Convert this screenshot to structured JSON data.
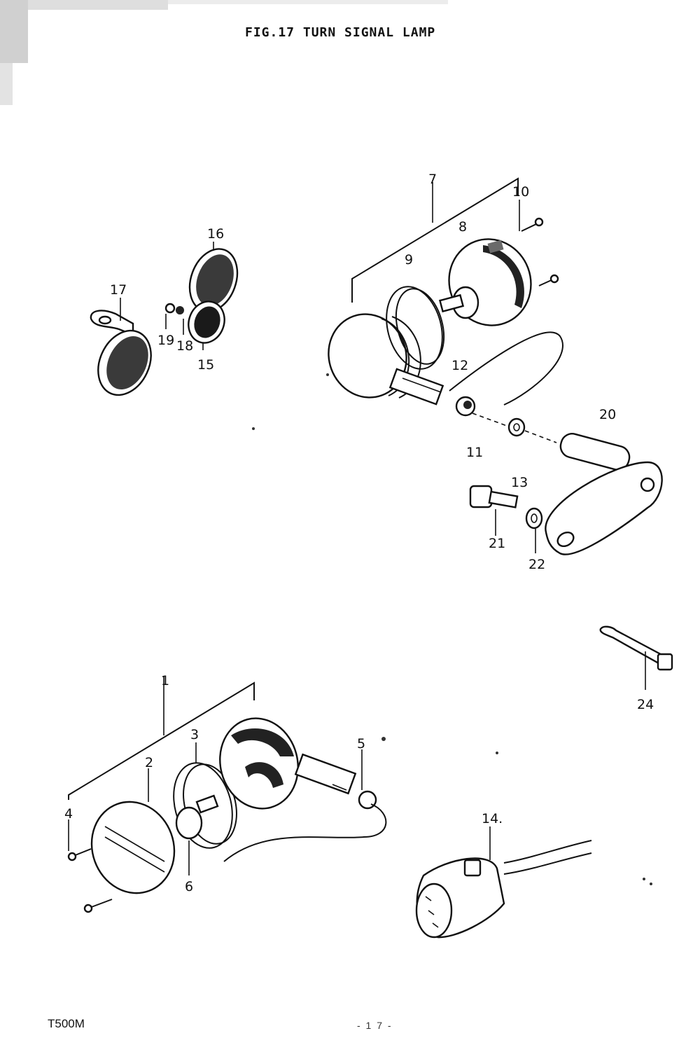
{
  "title": "FIG.17  TURN SIGNAL LAMP",
  "footer": {
    "model": "T500M",
    "page": "- 1 7 -"
  },
  "callouts": {
    "c1": "1",
    "c2": "2",
    "c3": "3",
    "c4": "4",
    "c5": "5",
    "c6": "6",
    "c7": "7",
    "c8": "8",
    "c9": "9",
    "c10": "10",
    "c11": "11",
    "c12": "12",
    "c13": "13",
    "c14": "14.",
    "c15": "15",
    "c16": "16",
    "c17": "17",
    "c18": "18",
    "c19": "19",
    "c20": "20",
    "c21": "21",
    "c22": "22",
    "c24": "24"
  }
}
